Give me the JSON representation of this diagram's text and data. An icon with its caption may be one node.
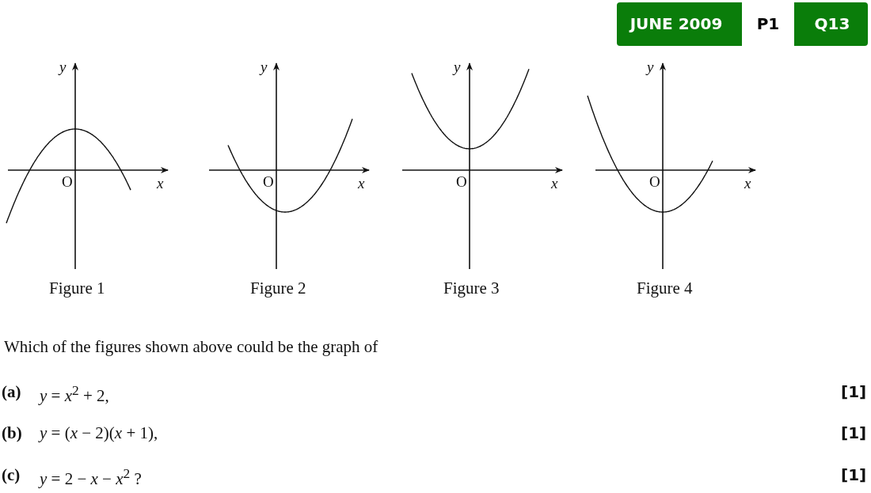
{
  "diagram": {
    "labels": [
      "JUNE 2009",
      "P1",
      "Q13",
      "y",
      "O",
      "x",
      "Figure 1",
      "y",
      "O",
      "x",
      "Figure 2",
      "y",
      "O",
      "x",
      "Figure 3",
      "y",
      "O",
      "x",
      "Figure 4",
      "Which of the figures shown above could be the graph of",
      "(a)",
      "*y* = *x*$^{2}$ + 2,",
      "[1]",
      "(b)",
      "*y* = (*x* − 2)(*x* + 1),",
      "[1]",
      "(c)",
      "*y* = 2 − *x* − *x*$^{2}$ ?",
      "[1]"
    ]
  }
}
